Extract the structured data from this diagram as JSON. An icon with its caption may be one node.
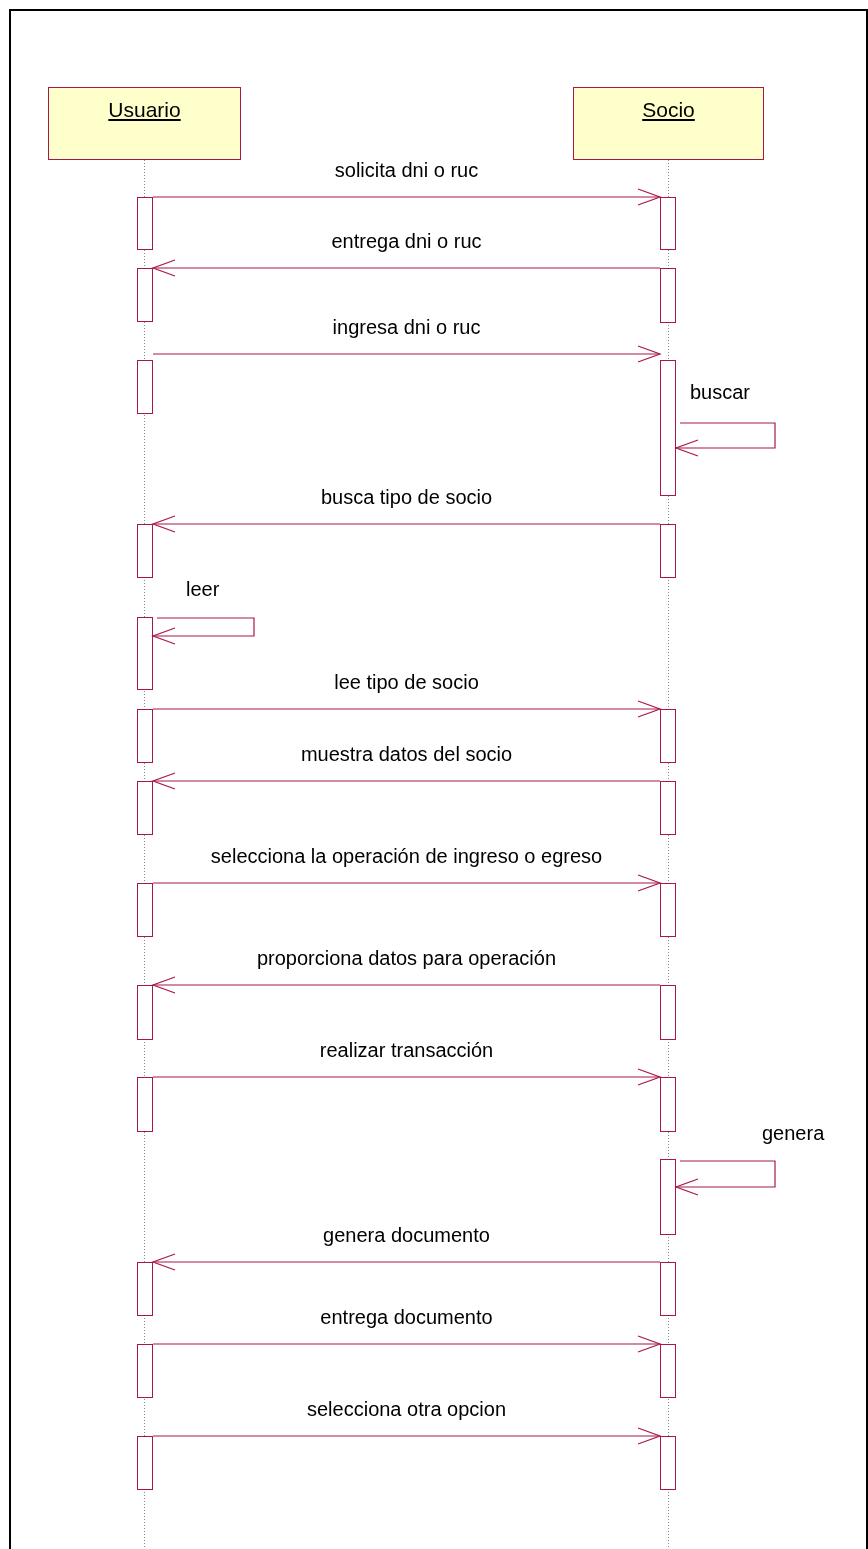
{
  "diagram": {
    "nodes": [
      {
        "text": [
          "Usuario"
        ]
      },
      {
        "text": [
          "Socio"
        ]
      },
      {
        "text": [],
        "shape": "bar"
      },
      {
        "text": [],
        "shape": "bar"
      },
      {
        "text": [],
        "shape": "bar"
      },
      {
        "text": [],
        "shape": "bar"
      },
      {
        "text": [],
        "shape": "bar"
      },
      {
        "text": [],
        "shape": "bar"
      },
      {
        "text": [],
        "shape": "bar"
      },
      {
        "text": [],
        "shape": "bar"
      },
      {
        "text": [],
        "shape": "bar"
      },
      {
        "text": [],
        "shape": "bar"
      },
      {
        "text": [],
        "shape": "bar"
      },
      {
        "text": [],
        "shape": "bar"
      },
      {
        "text": [],
        "shape": "bar"
      },
      {
        "text": [],
        "shape": "bar"
      },
      {
        "text": [],
        "shape": "bar"
      },
      {
        "text": [],
        "shape": "bar"
      },
      {
        "text": [],
        "shape": "bar"
      },
      {
        "text": [],
        "shape": "bar"
      },
      {
        "text": [],
        "shape": "bar"
      },
      {
        "text": [],
        "shape": "bar"
      },
      {
        "text": [],
        "shape": "bar"
      },
      {
        "text": [],
        "shape": "bar"
      },
      {
        "text": [],
        "shape": "bar"
      },
      {
        "text": [],
        "shape": "bar"
      },
      {
        "text": [],
        "shape": "bar"
      },
      {
        "text": [],
        "shape": "bar"
      }
    ],
    "edges": [
      {
        "from": 2,
        "to": 3,
        "arrow": "to",
        "label": "solicita dni o ruc"
      },
      {
        "from": 5,
        "to": 4,
        "arrow": "to",
        "label": "entrega dni o ruc"
      },
      {
        "from": 6,
        "to": 7,
        "arrow": "to",
        "label": "ingresa dni o ruc"
      },
      {
        "from": 7,
        "to": 7,
        "arrow": "to",
        "label": "buscar"
      },
      {
        "from": 9,
        "to": 8,
        "arrow": "to",
        "label": "busca tipo de socio"
      },
      {
        "from": 10,
        "to": 10,
        "arrow": "to",
        "label": "leer"
      },
      {
        "from": 11,
        "to": 12,
        "arrow": "to",
        "label": "lee tipo de socio"
      },
      {
        "from": 14,
        "to": 13,
        "arrow": "to",
        "label": "muestra datos del socio"
      },
      {
        "from": 15,
        "to": 16,
        "arrow": "to",
        "label": "selecciona la operación de ingreso o egreso"
      },
      {
        "from": 18,
        "to": 17,
        "arrow": "to",
        "label": "proporciona datos para operación"
      },
      {
        "from": 19,
        "to": 20,
        "arrow": "to",
        "label": "realizar transacción"
      },
      {
        "from": 21,
        "to": 21,
        "arrow": "to",
        "label": "genera"
      },
      {
        "from": 23,
        "to": 22,
        "arrow": "to",
        "label": "genera documento"
      },
      {
        "from": 24,
        "to": 25,
        "arrow": "to",
        "label": "entrega documento"
      },
      {
        "from": 26,
        "to": 27,
        "arrow": "to",
        "label": "selecciona otra opcion"
      }
    ]
  }
}
